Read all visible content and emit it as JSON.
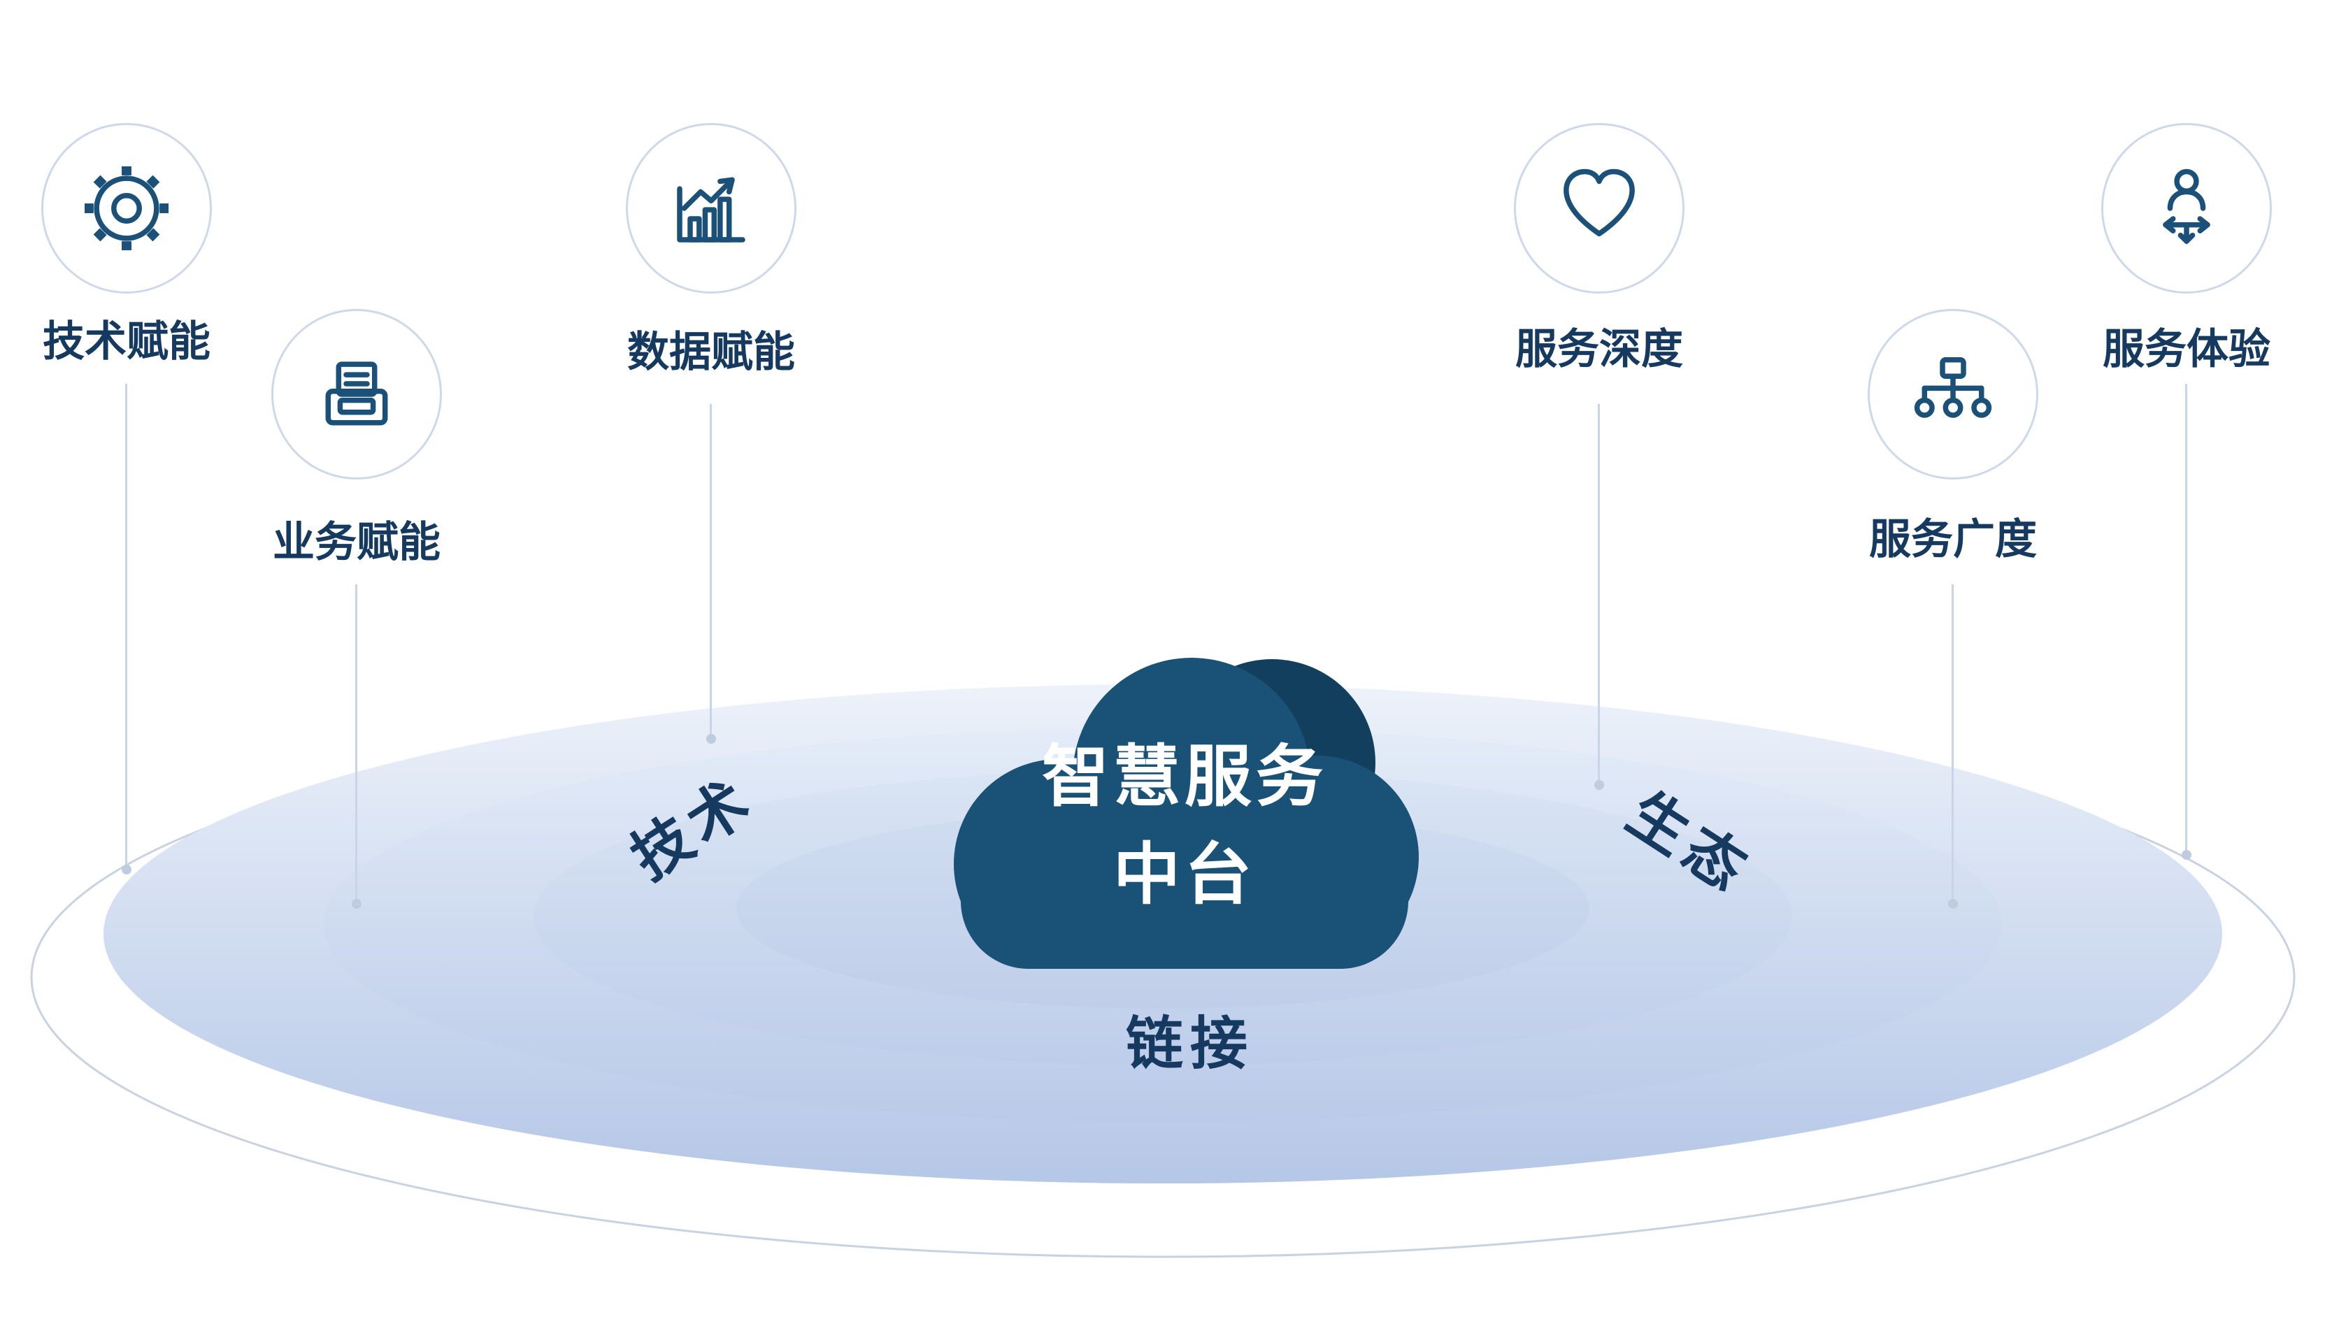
{
  "diagram_title": "智慧服务中台",
  "cloud": {
    "line1": "智慧服务",
    "line2": "中台"
  },
  "ring": {
    "left": "技术",
    "right": "生态",
    "bottom": "链接"
  },
  "nodes": [
    {
      "label": "技术赋能",
      "icon": "gear-icon"
    },
    {
      "label": "业务赋能",
      "icon": "printer-icon"
    },
    {
      "label": "数据赋能",
      "icon": "bar-chart-icon"
    },
    {
      "label": "服务深度",
      "icon": "heart-icon"
    },
    {
      "label": "服务广度",
      "icon": "hierarchy-icon"
    },
    {
      "label": "服务体验",
      "icon": "person-arrows-icon"
    }
  ],
  "colors": {
    "navy": "#1b5078",
    "cloud_shadow": "#123f5e",
    "label_text": "#16395f",
    "ring_outline": "#c8d2e0",
    "connector_line": "#c9d5e5",
    "ripple_top": "#edf2fa",
    "ripple_bottom": "#b5c7e7"
  }
}
